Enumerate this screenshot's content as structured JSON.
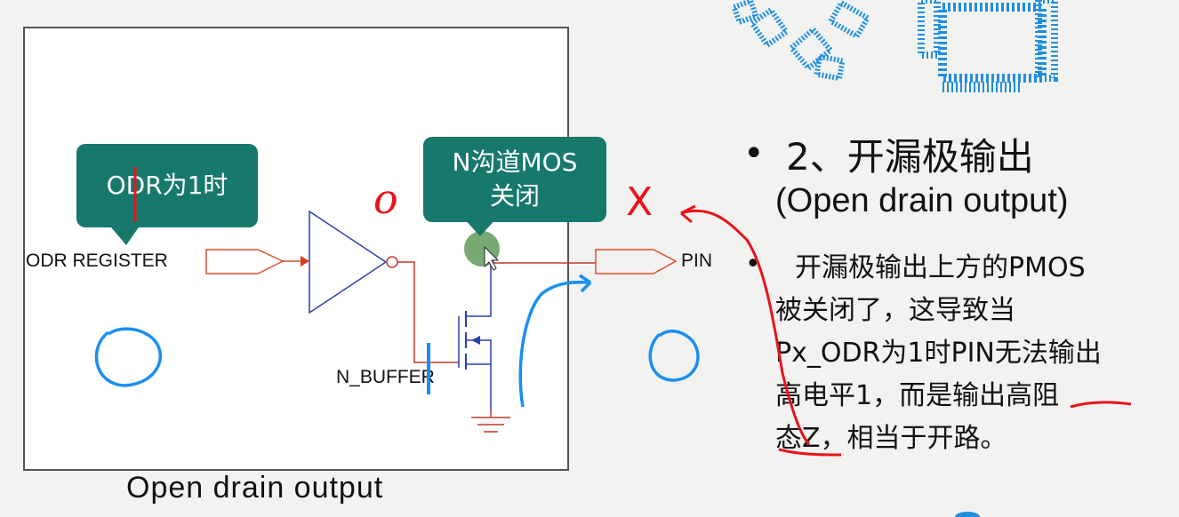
{
  "diagram": {
    "caption": "Open drain output",
    "callout_odr": "ODR为1时",
    "callout_nmos": [
      "N沟道MOS",
      "关闭"
    ],
    "label_odr_register": "ODR REGISTER",
    "label_pin": "PIN",
    "label_n_buffer": "N_BUFFER"
  },
  "notes": {
    "bullet": "•",
    "title": "2、开漏极输出",
    "subtitle": "(Open drain output)",
    "description_lines": [
      "开漏极输出上方的PMOS",
      "被关闭了，这导致当",
      "Px_ODR为1时PIN无法输出",
      "高电平1，而是输出高阻",
      "态Z，相当于开路。"
    ]
  },
  "annotations": {
    "mark_o": "o",
    "mark_x": "X"
  },
  "colors": {
    "callout": "#17786c",
    "wire": "#c0392b",
    "buffer": "#2a3fb0",
    "pen_red": "#e8141a",
    "pen_blue": "#1a8ff0",
    "deco_blue": "#1f8fe0"
  }
}
